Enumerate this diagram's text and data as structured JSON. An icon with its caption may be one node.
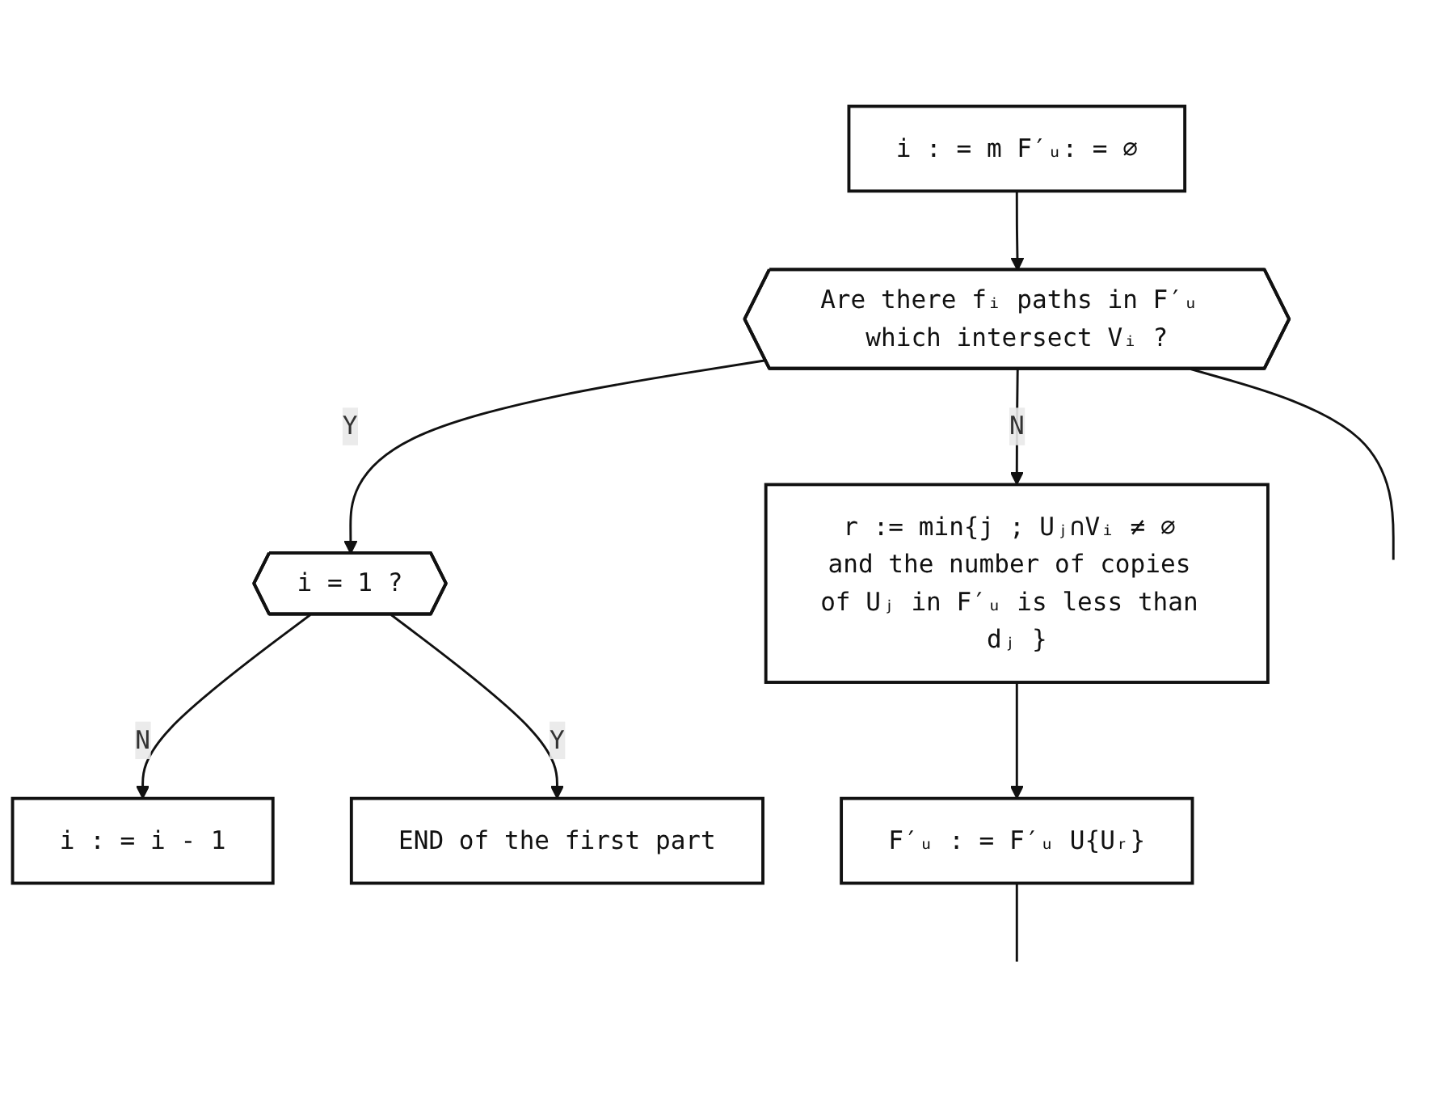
{
  "diagram": {
    "nodes": [
      {
        "text": [
          "i : = m F′ᵤ: = ∅"
        ]
      },
      {
        "text": [
          "i : = i - 1"
        ]
      },
      {
        "text": [
          "i = 1 ?"
        ]
      },
      {
        "text": [
          "Are there fᵢ paths in F′ᵤ which intersect Vᵢ ?"
        ]
      },
      {
        "text": [
          "END of the first part"
        ]
      },
      {
        "text": [
          "r := min{j ; Uⱼ∩Vᵢ ≠ ∅ and the number of copies of Uⱼ in F′ᵤ is less than dⱼ }"
        ]
      },
      {
        "text": [
          "F′ᵤ : = F′ᵤ U{Uᵣ}"
        ]
      }
    ],
    "edges": [
      {
        "from": 0,
        "to": 3,
        "arrow": "to"
      },
      {
        "from": 3,
        "to": 2,
        "arrow": "to",
        "label": "Y"
      },
      {
        "from": 2,
        "to": 1,
        "arrow": "to",
        "label": "N"
      },
      {
        "from": 2,
        "to": 4,
        "arrow": "to",
        "label": "Y"
      },
      {
        "from": 3,
        "to": 5,
        "arrow": "to",
        "label": "N"
      },
      {
        "from": 5,
        "to": 6,
        "arrow": "to"
      },
      {
        "from": 3,
        "to": null,
        "arrow": "none"
      },
      {
        "from": 6,
        "to": null,
        "arrow": "none"
      }
    ]
  }
}
